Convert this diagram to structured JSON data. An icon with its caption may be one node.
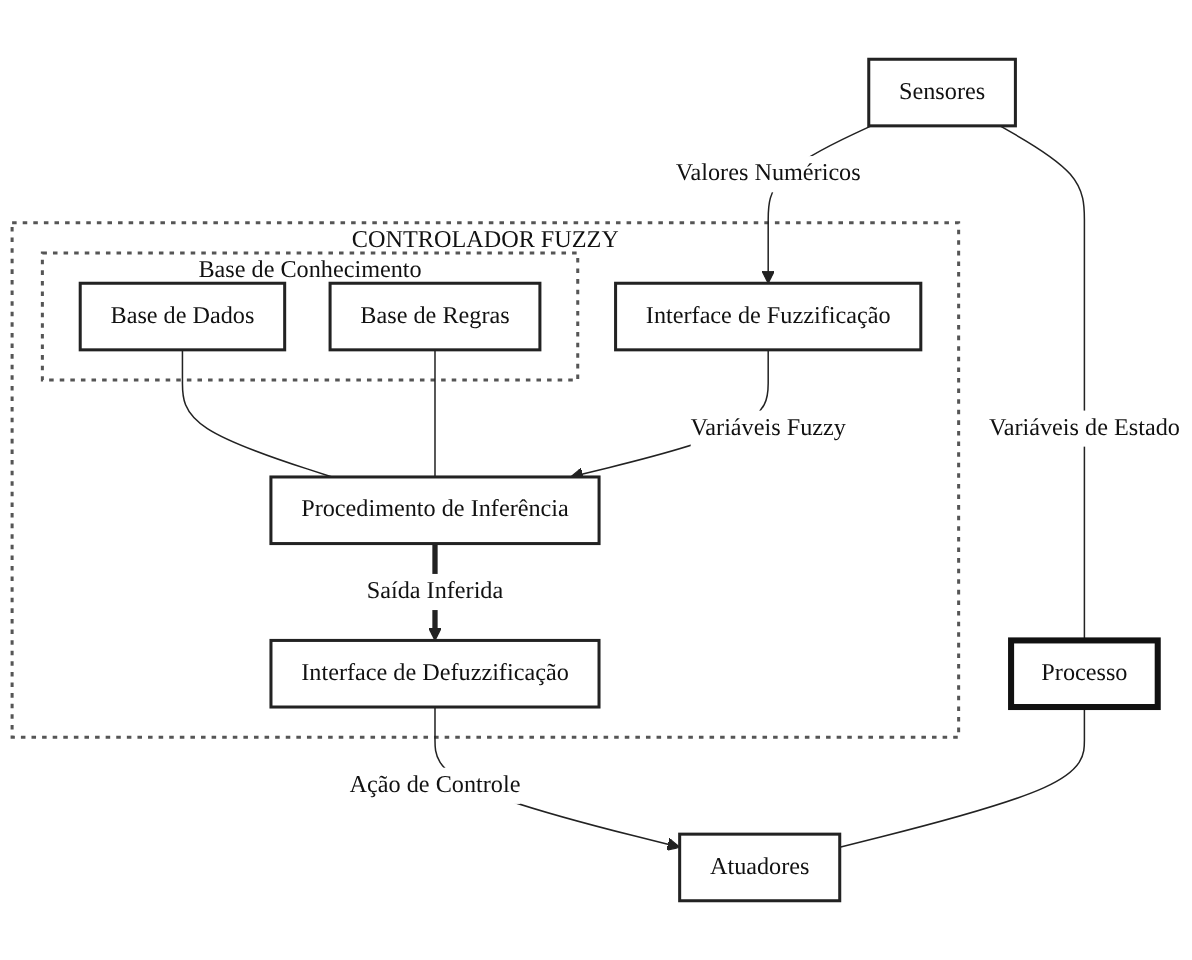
{
  "diagram": {
    "nodes": [
      {
        "text": [
          "CONTROLADOR FUZZY"
        ]
      },
      {
        "text": [
          "Base de Conhecimento"
        ],
        "in": 0
      },
      {
        "text": [
          "Base de Dados"
        ],
        "in": 1
      },
      {
        "text": [
          "Base de Regras"
        ],
        "in": 1
      },
      {
        "text": [
          "Interface de Fuzzificação"
        ],
        "in": 0
      },
      {
        "text": [
          "Procedimento de Inferência"
        ],
        "in": 0
      },
      {
        "text": [
          "Interface de Defuzzificação"
        ],
        "in": 0
      },
      {
        "text": [
          "Sensores"
        ]
      },
      {
        "text": [
          "Processo"
        ]
      },
      {
        "text": [
          "Atuadores"
        ]
      }
    ],
    "edges": [
      {
        "from": 2,
        "to": 5,
        "arrow": "none"
      },
      {
        "from": 3,
        "to": 5,
        "arrow": "none"
      },
      {
        "from": 4,
        "to": 5,
        "arrow": "to",
        "label": "Variáveis Fuzzy"
      },
      {
        "from": 5,
        "to": 6,
        "arrow": "to",
        "label": "Saída Inferida",
        "style": "thick"
      },
      {
        "from": 6,
        "to": 9,
        "arrow": "to",
        "label": "Ação de Controle"
      },
      {
        "from": 7,
        "to": 4,
        "arrow": "to",
        "label": "Valores Numéricos"
      },
      {
        "from": 7,
        "to": 8,
        "arrow": "none",
        "label": "Variáveis de Estado"
      },
      {
        "from": 8,
        "to": 9,
        "arrow": "none"
      }
    ]
  }
}
